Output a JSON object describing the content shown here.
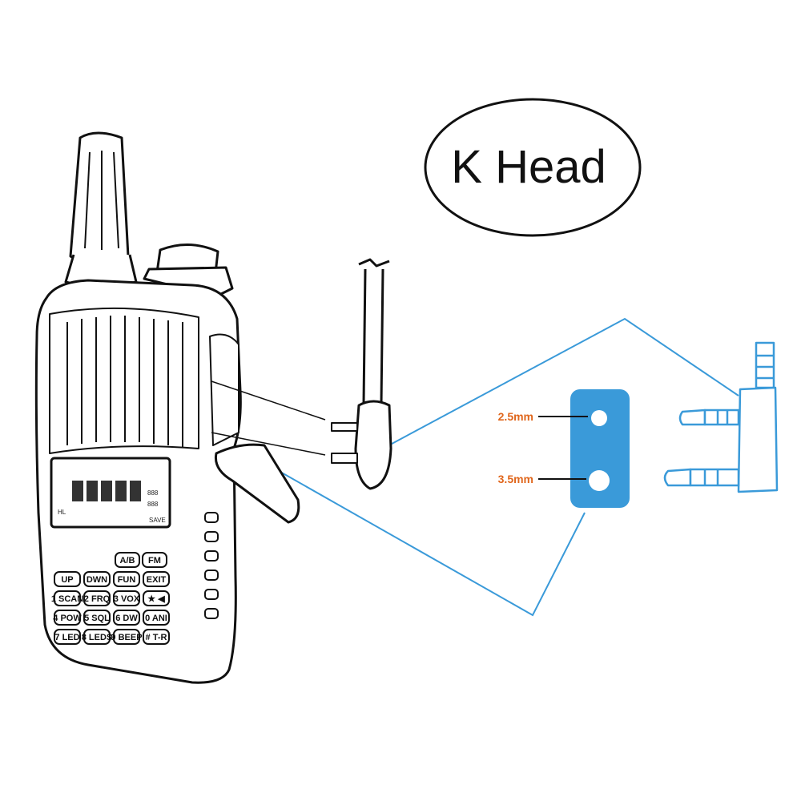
{
  "title": "K Head",
  "connector": {
    "labels": [
      {
        "text": "2.5mm",
        "color": "#e0661c"
      },
      {
        "text": "3.5mm",
        "color": "#e0661c"
      }
    ],
    "plate_color": "#3a9ad9"
  },
  "radio": {
    "lcd_text": [
      "888",
      "888",
      "HL",
      "SAVE"
    ],
    "keys": [
      [
        "A/B",
        "FM"
      ],
      [
        "UP",
        "DWN",
        "FUN",
        "EXIT"
      ],
      [
        "1 SCAN",
        "2 FRQ",
        "3 VOX",
        "★ ◀"
      ],
      [
        "4 POW",
        "5 SQL",
        "6 DW",
        "0 ANI"
      ],
      [
        "7 LED",
        "8 LEDS",
        "9 BEEP",
        "# T-R"
      ]
    ]
  },
  "colors": {
    "callout_line": "#3a9ad9",
    "outline": "#111111"
  }
}
